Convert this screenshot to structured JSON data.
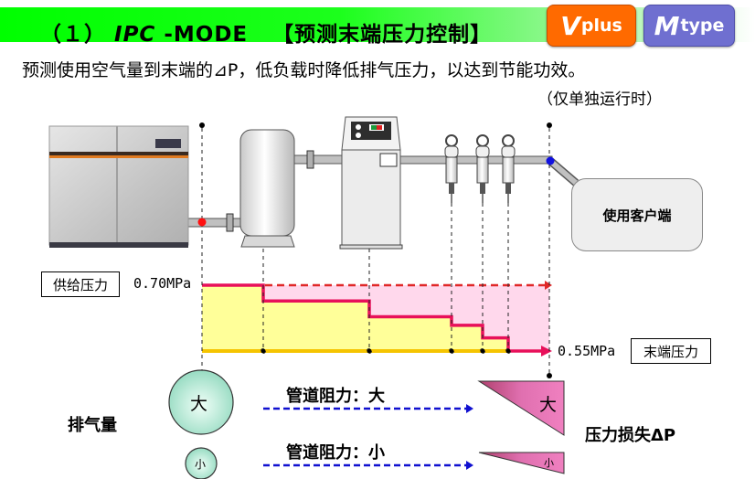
{
  "header": {
    "title_prefix": "（１）",
    "title_mode_italic": "IPC",
    "title_mode_suffix": " -MODE",
    "title_subject": "【预测末端压力控制】",
    "badges": [
      {
        "initial": "V",
        "rest": "plus",
        "color": "#ff6a00"
      },
      {
        "initial": "M",
        "rest": "type",
        "color": "#6f6fd0"
      }
    ]
  },
  "description": {
    "line1": "预测使用空气量到末端的⊿P，低负载时降低排气压力，以达到节能功效。",
    "line2": "（仅单独运行时）"
  },
  "equipment": {
    "compressor": "compressor",
    "tank": "air-receiver-tank",
    "dryer": "air-dryer",
    "filters": [
      "filter-1",
      "filter-2",
      "filter-3"
    ],
    "user_end_label": "使用客户端"
  },
  "pressure": {
    "supply_label": "供给压力",
    "supply_value": "0.70MPa",
    "end_label": "末端压力",
    "end_value": "0.55MPa",
    "steps_relative": [
      1.0,
      0.76,
      0.52,
      0.39,
      0.2,
      0.0
    ]
  },
  "flow": {
    "label": "排气量",
    "large": "大",
    "small": "小",
    "resistance_large": "管道阻力：大",
    "resistance_small": "管道阻力：小",
    "loss_label": "压力损失ΔP",
    "loss_large": "大",
    "loss_small": "小"
  },
  "colors": {
    "line": "#e8105a",
    "dashed": "#e02828",
    "pink_fill": "#ffd8ec",
    "yellow_fill": "#ffff99",
    "baseline": "#f5c400",
    "flow_arrow": "#1010d0"
  }
}
